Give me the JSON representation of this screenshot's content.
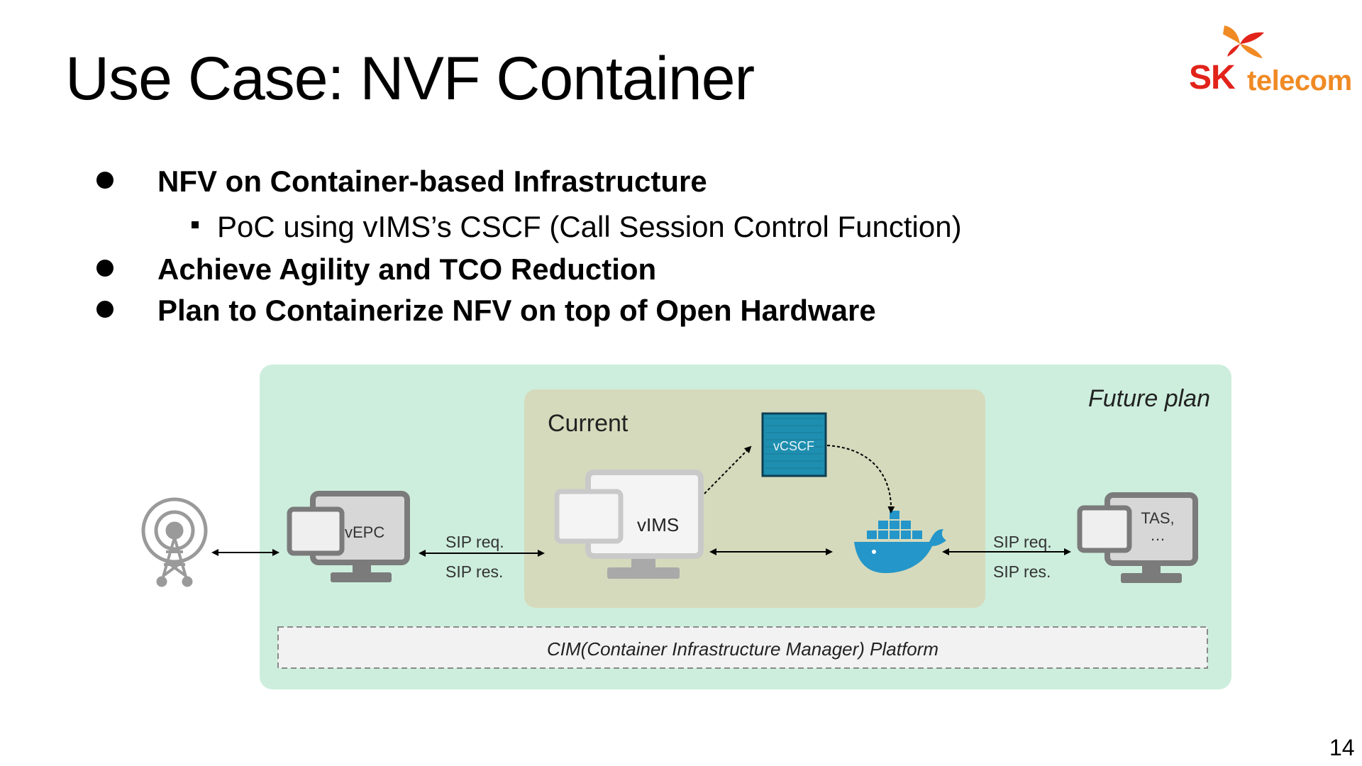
{
  "slide": {
    "title": "Use Case: NVF Container",
    "page_number": "14",
    "logo": {
      "brand": "SK telecom",
      "colors": {
        "sk": "#e2231a",
        "telecom": "#f08a24"
      }
    }
  },
  "bullets": [
    {
      "text": "NFV on Container-based Infrastructure",
      "sub": [
        "PoC using vIMS’s CSCF (Call Session Control Function)"
      ]
    },
    {
      "text": "Achieve Agility and TCO Reduction",
      "sub": []
    },
    {
      "text": "Plan to Containerize NFV on top of Open Hardware",
      "sub": []
    }
  ],
  "diagram": {
    "future_label": "Future plan",
    "current_label": "Current",
    "nodes": {
      "vepc": "vEPC",
      "vims": "vIMS",
      "vcscf": "vCSCF",
      "tas_line1": "TAS,",
      "tas_line2": "…"
    },
    "links": {
      "left_req": "SIP req.",
      "left_res": "SIP res.",
      "right_req": "SIP req.",
      "right_res": "SIP res."
    },
    "platform": "CIM(Container Infrastructure Manager) Platform",
    "colors": {
      "outer": "#cdeedd",
      "inner": "#d6dabc",
      "vcscf": "#1e8fb0",
      "docker": "#2496c9"
    },
    "icons": [
      "cell-tower-icon",
      "monitor-icon",
      "docker-whale-icon"
    ]
  }
}
